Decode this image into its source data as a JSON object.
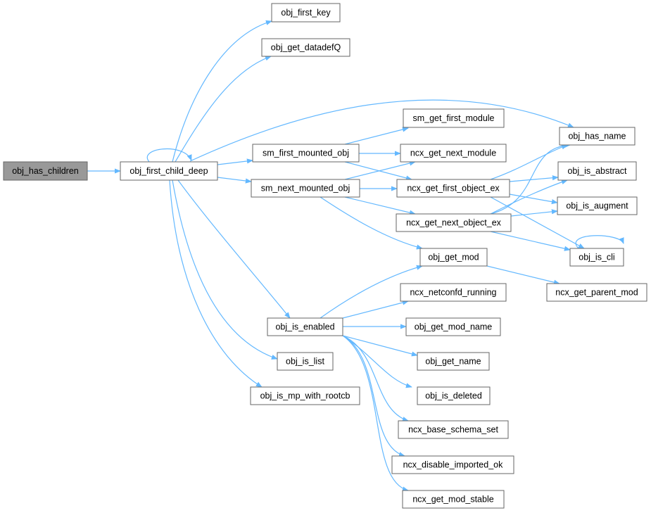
{
  "diagram": {
    "type": "call-graph",
    "edge_color": "#63b8ff",
    "root_fill": "#999999",
    "nodes": {
      "obj_has_children": "obj_has_children",
      "obj_first_child_deep": "obj_first_child_deep",
      "obj_first_key": "obj_first_key",
      "obj_get_datadefQ": "obj_get_datadefQ",
      "sm_first_mounted_obj": "sm_first_mounted_obj",
      "sm_next_mounted_obj": "sm_next_mounted_obj",
      "sm_get_first_module": "sm_get_first_module",
      "ncx_get_next_module": "ncx_get_next_module",
      "ncx_get_first_object_ex": "ncx_get_first_object_ex",
      "ncx_get_next_object_ex": "ncx_get_next_object_ex",
      "obj_get_mod": "obj_get_mod",
      "obj_has_name": "obj_has_name",
      "obj_is_abstract": "obj_is_abstract",
      "obj_is_augment": "obj_is_augment",
      "obj_is_cli": "obj_is_cli",
      "ncx_get_parent_mod": "ncx_get_parent_mod",
      "ncx_netconfd_running": "ncx_netconfd_running",
      "obj_is_enabled": "obj_is_enabled",
      "obj_get_mod_name": "obj_get_mod_name",
      "obj_get_name": "obj_get_name",
      "obj_is_deleted": "obj_is_deleted",
      "ncx_base_schema_set": "ncx_base_schema_set",
      "ncx_disable_imported_ok": "ncx_disable_imported_ok",
      "ncx_get_mod_stable": "ncx_get_mod_stable",
      "obj_is_list": "obj_is_list",
      "obj_is_mp_with_rootcb": "obj_is_mp_with_rootcb"
    },
    "edges": [
      [
        "obj_has_children",
        "obj_first_child_deep"
      ],
      [
        "obj_first_child_deep",
        "obj_first_child_deep"
      ],
      [
        "obj_first_child_deep",
        "obj_first_key"
      ],
      [
        "obj_first_child_deep",
        "obj_get_datadefQ"
      ],
      [
        "obj_first_child_deep",
        "obj_has_name"
      ],
      [
        "obj_first_child_deep",
        "sm_first_mounted_obj"
      ],
      [
        "obj_first_child_deep",
        "sm_next_mounted_obj"
      ],
      [
        "obj_first_child_deep",
        "obj_is_enabled"
      ],
      [
        "obj_first_child_deep",
        "obj_is_list"
      ],
      [
        "obj_first_child_deep",
        "obj_is_mp_with_rootcb"
      ],
      [
        "sm_first_mounted_obj",
        "sm_get_first_module"
      ],
      [
        "sm_first_mounted_obj",
        "ncx_get_next_module"
      ],
      [
        "sm_first_mounted_obj",
        "ncx_get_first_object_ex"
      ],
      [
        "sm_next_mounted_obj",
        "ncx_get_next_module"
      ],
      [
        "sm_next_mounted_obj",
        "ncx_get_first_object_ex"
      ],
      [
        "sm_next_mounted_obj",
        "ncx_get_next_object_ex"
      ],
      [
        "sm_next_mounted_obj",
        "obj_get_mod"
      ],
      [
        "ncx_get_first_object_ex",
        "obj_has_name"
      ],
      [
        "ncx_get_first_object_ex",
        "obj_is_abstract"
      ],
      [
        "ncx_get_first_object_ex",
        "obj_is_augment"
      ],
      [
        "ncx_get_first_object_ex",
        "obj_is_cli"
      ],
      [
        "ncx_get_next_object_ex",
        "obj_has_name"
      ],
      [
        "ncx_get_next_object_ex",
        "obj_is_abstract"
      ],
      [
        "ncx_get_next_object_ex",
        "obj_is_augment"
      ],
      [
        "ncx_get_next_object_ex",
        "obj_is_cli"
      ],
      [
        "obj_is_cli",
        "obj_is_cli"
      ],
      [
        "obj_get_mod",
        "ncx_get_parent_mod"
      ],
      [
        "obj_is_enabled",
        "obj_get_mod"
      ],
      [
        "obj_is_enabled",
        "ncx_netconfd_running"
      ],
      [
        "obj_is_enabled",
        "obj_get_mod_name"
      ],
      [
        "obj_is_enabled",
        "obj_get_name"
      ],
      [
        "obj_is_enabled",
        "obj_is_deleted"
      ],
      [
        "obj_is_enabled",
        "ncx_base_schema_set"
      ],
      [
        "obj_is_enabled",
        "ncx_disable_imported_ok"
      ],
      [
        "obj_is_enabled",
        "ncx_get_mod_stable"
      ]
    ]
  }
}
